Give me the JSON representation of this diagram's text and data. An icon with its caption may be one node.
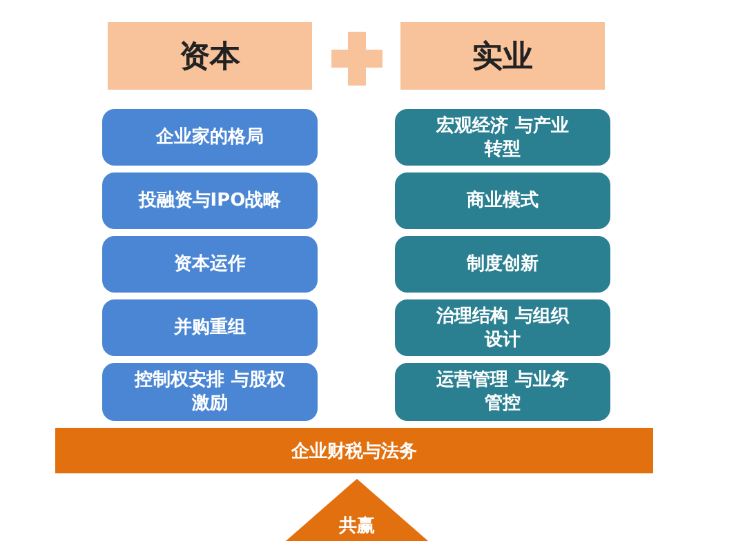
{
  "diagram": {
    "nodes": [
      {
        "text": [
          "资本"
        ]
      },
      {
        "text": [
          "实业"
        ]
      },
      {
        "text": [
          "企业家的格局"
        ]
      },
      {
        "text": [
          "投融资与IPO战略"
        ]
      },
      {
        "text": [
          "资本运作"
        ]
      },
      {
        "text": [
          "并购重组"
        ]
      },
      {
        "text": [
          "控制权安排 与股权激励"
        ]
      },
      {
        "text": [
          "宏观经济 与产业转型"
        ]
      },
      {
        "text": [
          "商业模式"
        ]
      },
      {
        "text": [
          "制度创新"
        ]
      },
      {
        "text": [
          "治理结构 与组织设计"
        ]
      },
      {
        "text": [
          "运营管理 与业务管控"
        ]
      },
      {
        "text": [
          "企业财税与法务"
        ]
      },
      {
        "text": [
          "共赢"
        ]
      }
    ]
  }
}
